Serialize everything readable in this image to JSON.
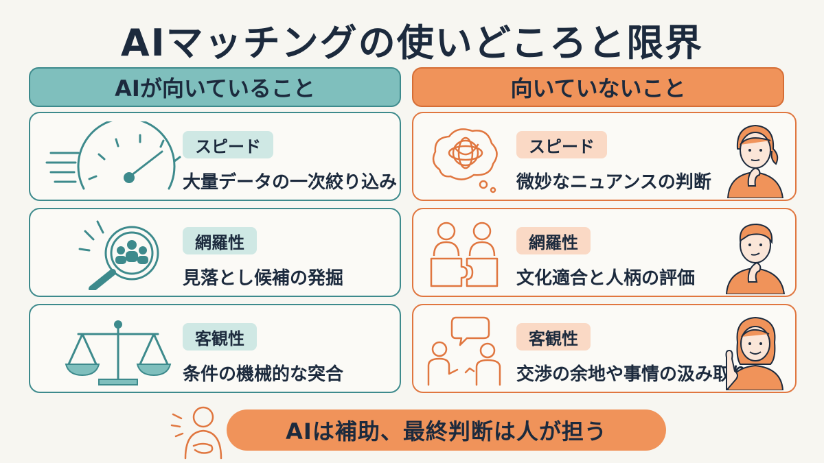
{
  "title": "AIマッチングの使いどころと限界",
  "columns": {
    "left_header": "AIが向いていること",
    "right_header": "向いていないこと"
  },
  "left_items": [
    {
      "badge": "スピード",
      "desc": "大量データの一次絞り込み",
      "icon": "speedometer-icon"
    },
    {
      "badge": "網羅性",
      "desc": "見落とし候補の発掘",
      "icon": "magnifier-people-icon"
    },
    {
      "badge": "客観性",
      "desc": "条件の機械的な突合",
      "icon": "balance-scale-icon"
    }
  ],
  "right_items": [
    {
      "badge": "スピード",
      "desc": "微妙なニュアンスの判断",
      "icon": "tangled-thought-icon"
    },
    {
      "badge": "網羅性",
      "desc": "文化適合と人柄の評価",
      "icon": "puzzle-people-icon"
    },
    {
      "badge": "客観性",
      "desc": "交渉の余地や事情の汲み取り",
      "icon": "conversation-icon"
    }
  ],
  "footer": "AIは補助、最終判断は人が担う",
  "colors": {
    "teal": "#3d8a8c",
    "teal_light": "#7fbfbd",
    "orange": "#e0763f",
    "orange_light": "#f0935a",
    "navy": "#1c2a3d"
  }
}
